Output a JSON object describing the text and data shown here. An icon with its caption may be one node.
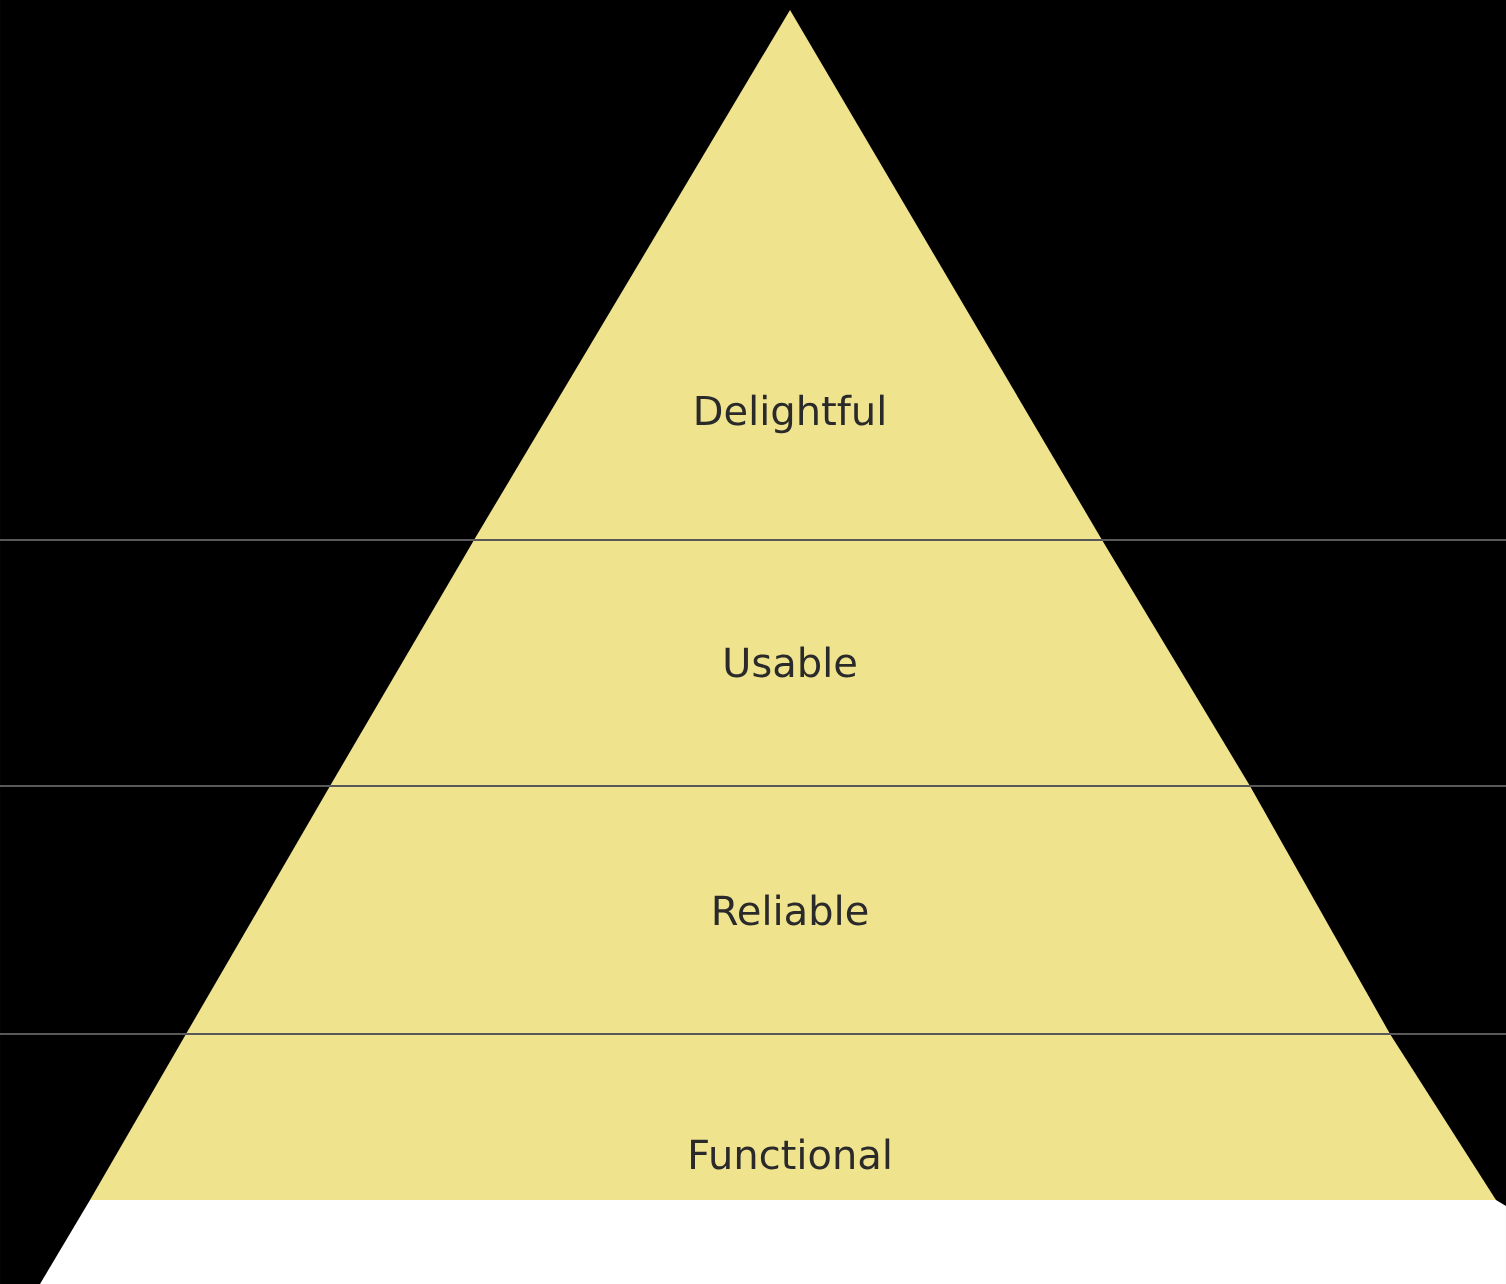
{
  "diagram": {
    "nodes": [
      {
        "text": [
          "Delightful"
        ]
      },
      {
        "text": [
          "Usable"
        ]
      },
      {
        "text": [
          "Reliable"
        ]
      },
      {
        "text": [
          "Functional"
        ]
      },
      {
        "text": [],
        "shape": "bar"
      }
    ]
  }
}
